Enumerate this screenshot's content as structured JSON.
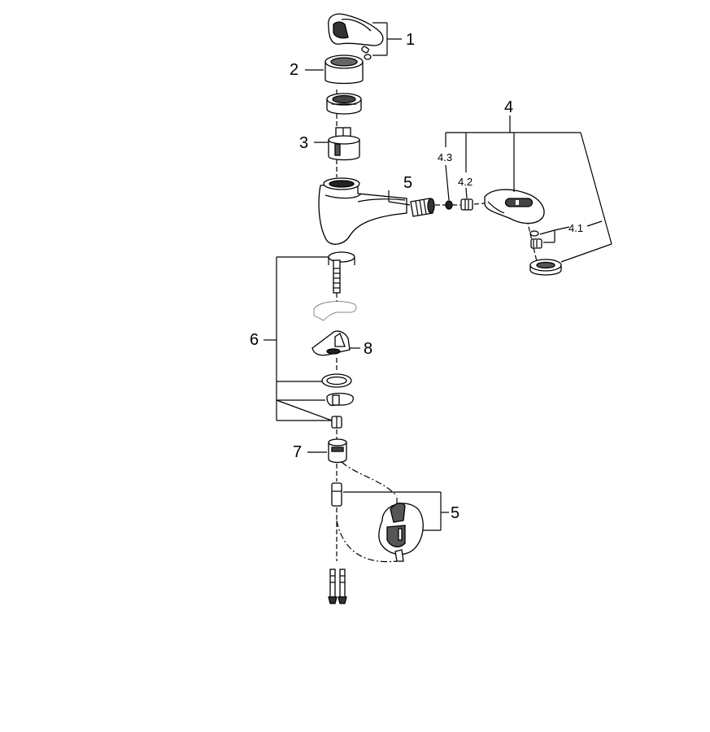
{
  "labels": {
    "handle": "1",
    "cap": "2",
    "cartridge": "3",
    "spray_head": "4",
    "spray_head_41": "4.1",
    "spray_head_42": "4.2",
    "spray_head_43": "4.3",
    "hose_top": "5",
    "hose_bottom": "5",
    "mounting_set": "6",
    "connector": "7",
    "clamp_plate": "8"
  },
  "colors": {
    "line": "#000000",
    "part_fill": "#ffffff",
    "shade": "#555555"
  }
}
